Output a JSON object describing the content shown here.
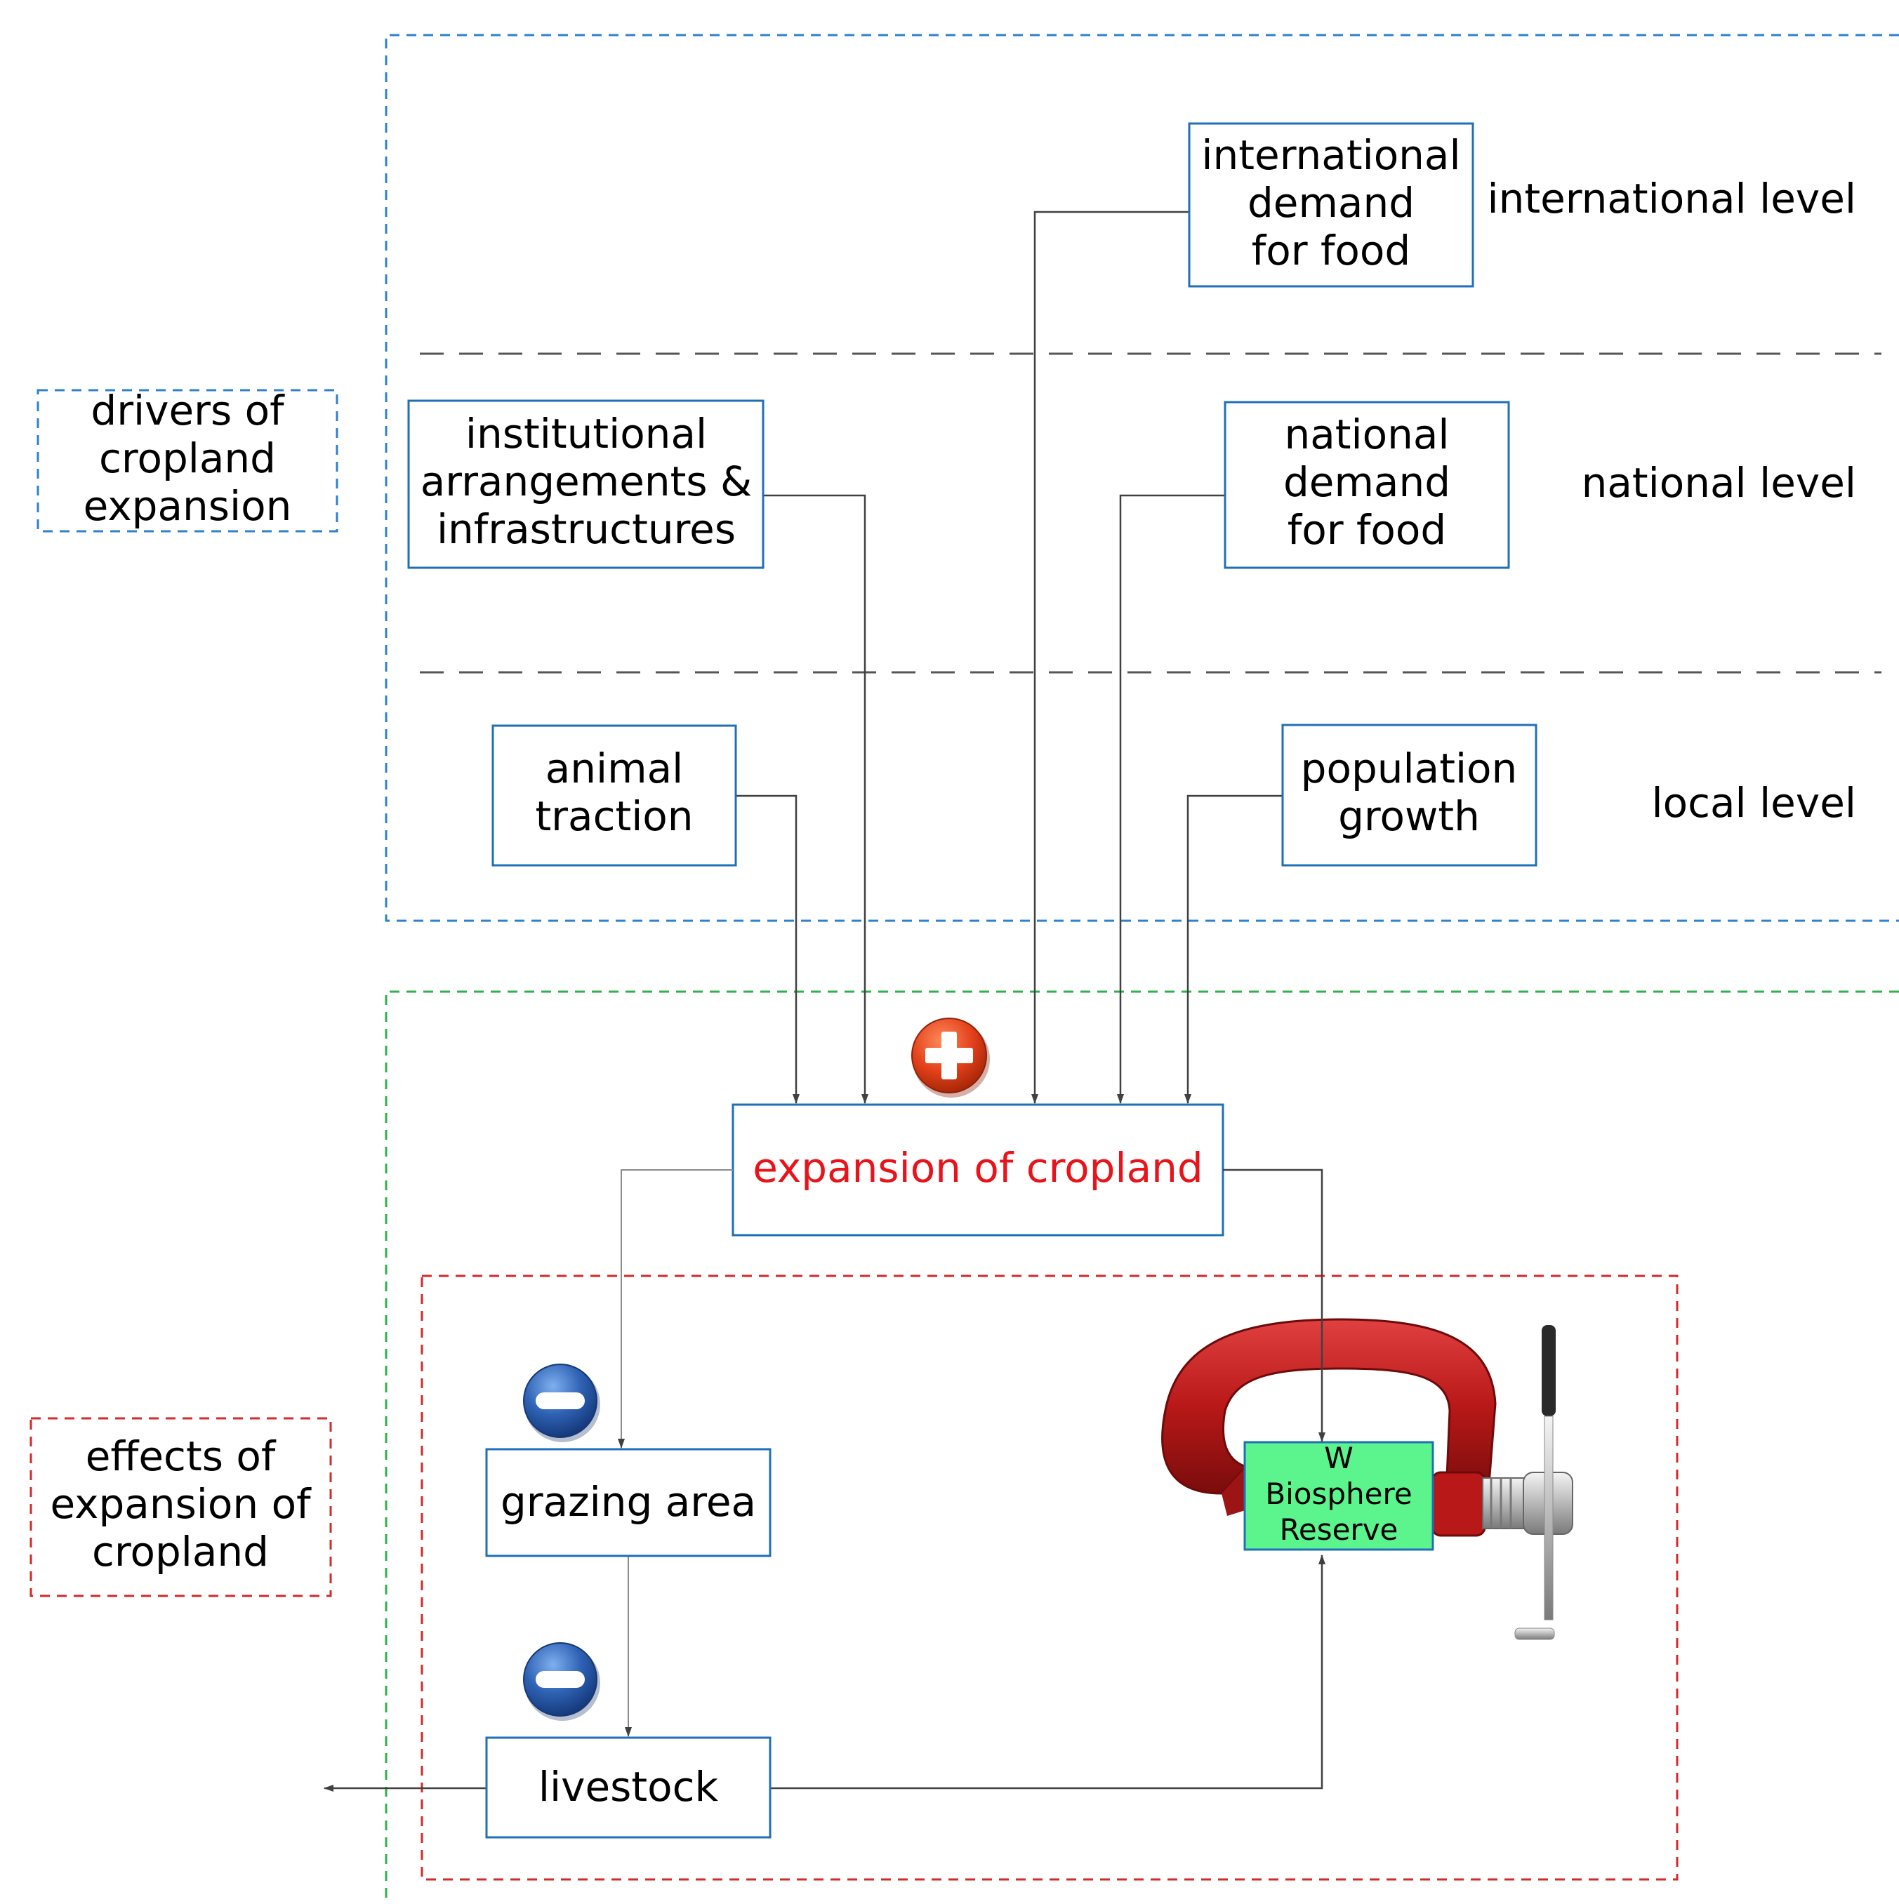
{
  "legend": {
    "drivers": [
      "drivers of",
      "cropland",
      "expansion"
    ],
    "effects": [
      "effects of",
      "expansion of",
      "cropland"
    ]
  },
  "levels": {
    "international": "international level",
    "national": "national level",
    "local": "local level"
  },
  "drivers": {
    "international_demand": [
      "international",
      "demand",
      "for food"
    ],
    "institutional": [
      "institutional",
      "arrangements &",
      "infrastructures"
    ],
    "national_demand": [
      "national",
      "demand",
      "for food"
    ],
    "animal_traction": [
      "animal",
      "traction"
    ],
    "population_growth": [
      "population",
      "growth"
    ]
  },
  "central": {
    "label": "expansion of cropland",
    "color": "#e8141b"
  },
  "effects": {
    "grazing_area": "grazing area",
    "livestock": "livestock",
    "reserve": [
      "W",
      "Biosphere",
      "Reserve"
    ]
  },
  "icons": {
    "plus": "plus-circle-icon",
    "minus": "minus-circle-icon",
    "clamp": "clamp-icon"
  },
  "colors": {
    "drivers_frame": "#2f80d0",
    "effects_frame": "#2db34a",
    "inner_frame": "#d42a2a",
    "box_border": "#1f6fb8",
    "reserve_fill": "#5cf58d",
    "plus": "#d93a1a",
    "minus": "#2a5aa8",
    "clamp": "#c41e1e"
  }
}
